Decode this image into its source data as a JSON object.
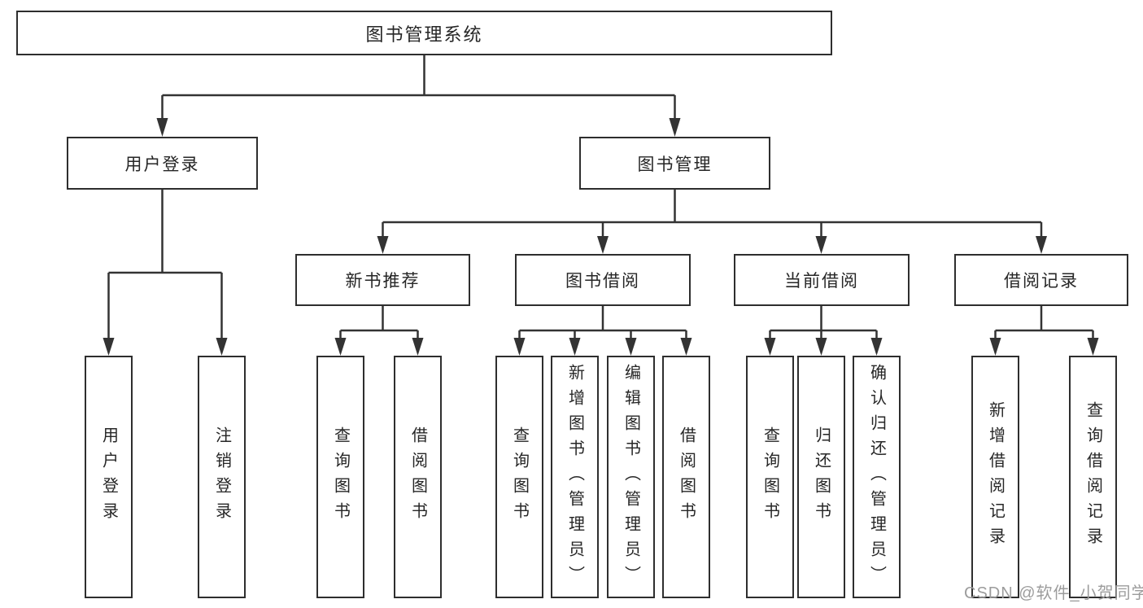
{
  "diagram": {
    "type": "hierarchy-tree",
    "root": {
      "label": "图书管理系统"
    },
    "branches": [
      {
        "label": "用户登录"
      },
      {
        "label": "图书管理"
      }
    ],
    "modules": [
      {
        "label": "新书推荐",
        "parent": "图书管理"
      },
      {
        "label": "图书借阅",
        "parent": "图书管理"
      },
      {
        "label": "当前借阅",
        "parent": "图书管理"
      },
      {
        "label": "借阅记录",
        "parent": "图书管理"
      }
    ],
    "leaves": [
      {
        "label": "用户登录",
        "parent": "用户登录"
      },
      {
        "label": "注销登录",
        "parent": "用户登录"
      },
      {
        "label": "查询图书",
        "parent": "新书推荐"
      },
      {
        "label": "借阅图书",
        "parent": "新书推荐"
      },
      {
        "label": "查询图书",
        "parent": "图书借阅"
      },
      {
        "label": "新增图书（管理员）",
        "parent": "图书借阅"
      },
      {
        "label": "编辑图书（管理员）",
        "parent": "图书借阅"
      },
      {
        "label": "借阅图书",
        "parent": "图书借阅"
      },
      {
        "label": "查询图书",
        "parent": "当前借阅"
      },
      {
        "label": "归还图书",
        "parent": "当前借阅"
      },
      {
        "label": "确认归还（管理员）",
        "parent": "当前借阅"
      },
      {
        "label": "新增借阅记录",
        "parent": "借阅记录"
      },
      {
        "label": "查询借阅记录",
        "parent": "借阅记录"
      }
    ]
  },
  "watermark": {
    "text": "CSDN @软件_小贺同学",
    "color": "#9c9c9c"
  },
  "colors": {
    "background": "#ffffff",
    "line": "#333333",
    "box_border": "#2e2e2e",
    "text": "#262626"
  }
}
